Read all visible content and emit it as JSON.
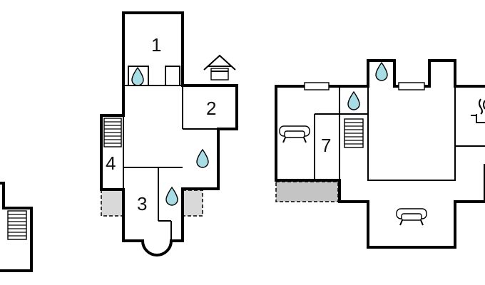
{
  "rooms": [
    {
      "id": "room-1",
      "label": "1"
    },
    {
      "id": "room-2",
      "label": "2"
    },
    {
      "id": "room-3",
      "label": "3"
    },
    {
      "id": "room-4",
      "label": "4"
    },
    {
      "id": "room-7",
      "label": "7"
    }
  ],
  "icons": [
    "water-drop-icon",
    "stairs-icon",
    "sofa-icon",
    "well-icon",
    "stove-icon",
    "window-icon"
  ]
}
